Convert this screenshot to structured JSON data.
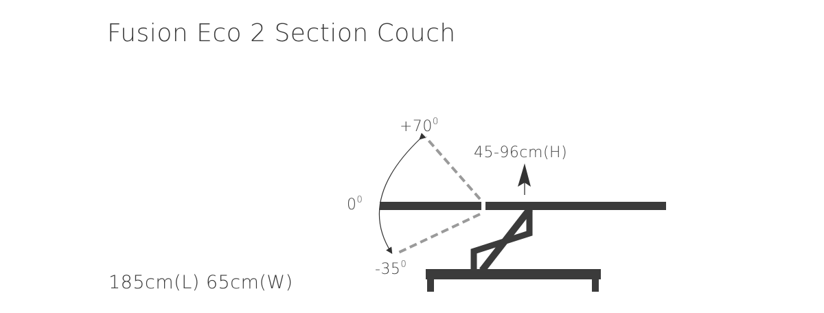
{
  "title": "Fusion Eco 2 Section Couch",
  "dimensions": "185cm(L) 65cm(W)",
  "labels": {
    "angle_up": "+70",
    "angle_zero": "0",
    "angle_down": "-35",
    "degree_mark": "0",
    "height": "45-96cm(H)"
  },
  "colors": {
    "frame": "#3b3b3b",
    "dashed": "#9a9a9a"
  }
}
